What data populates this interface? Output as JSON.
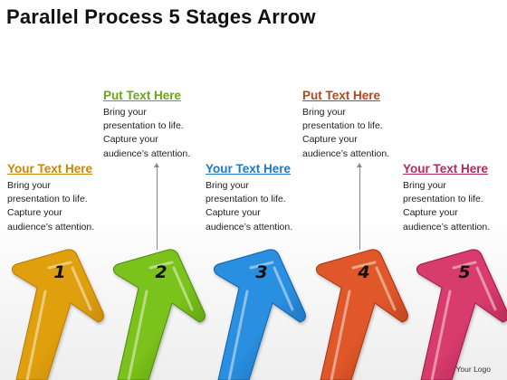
{
  "title": "Parallel Process 5 Stages Arrow",
  "logo": "Your Logo",
  "stages": [
    {
      "number": "1",
      "heading": "Your Text Here",
      "body": "Bring your\npresentation to life.\nCapture your\naudience’s attention.",
      "color": "#e0a00d",
      "dark": "#b87a00",
      "heading_color": "#c8860a"
    },
    {
      "number": "2",
      "heading": "Put Text Here",
      "body": "Bring your\npresentation to life.\nCapture your\naudience’s attention.",
      "color": "#7cc21b",
      "dark": "#4d8a0b",
      "heading_color": "#6aa514"
    },
    {
      "number": "3",
      "heading": "Your Text Here",
      "body": "Bring your\npresentation to life.\nCapture your\naudience’s attention.",
      "color": "#2a8fe0",
      "dark": "#1360a8",
      "heading_color": "#1f78c8"
    },
    {
      "number": "4",
      "heading": "Put Text Here",
      "body": "Bring your\npresentation to life.\nCapture your\naudience’s attention.",
      "color": "#e0582a",
      "dark": "#a83312",
      "heading_color": "#b8451c"
    },
    {
      "number": "5",
      "heading": "Your Text Here",
      "body": "Bring your\npresentation to life.\nCapture your\naudience’s attention.",
      "color": "#d83a6e",
      "dark": "#9b1c47",
      "heading_color": "#b32a5a"
    }
  ]
}
